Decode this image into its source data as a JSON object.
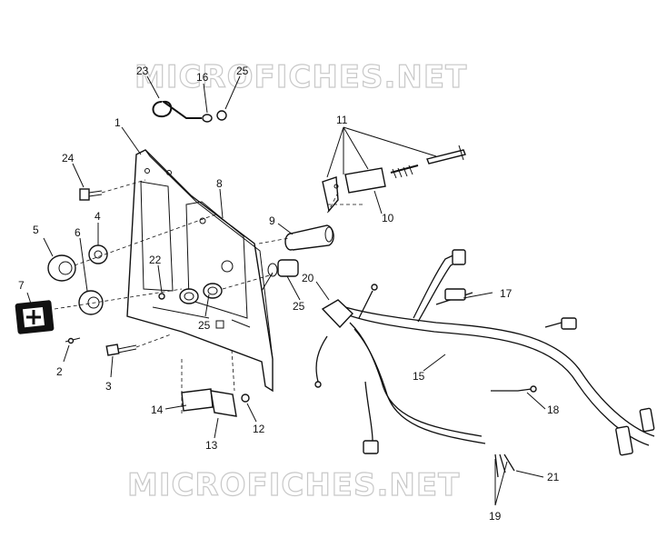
{
  "watermark": "MICROFICHES.NET",
  "callouts": [
    "1",
    "2",
    "3",
    "4",
    "5",
    "6",
    "7",
    "8",
    "9",
    "10",
    "11",
    "12",
    "13",
    "14",
    "15",
    "16",
    "17",
    "18",
    "19",
    "20",
    "21",
    "22",
    "23",
    "24",
    "25"
  ]
}
